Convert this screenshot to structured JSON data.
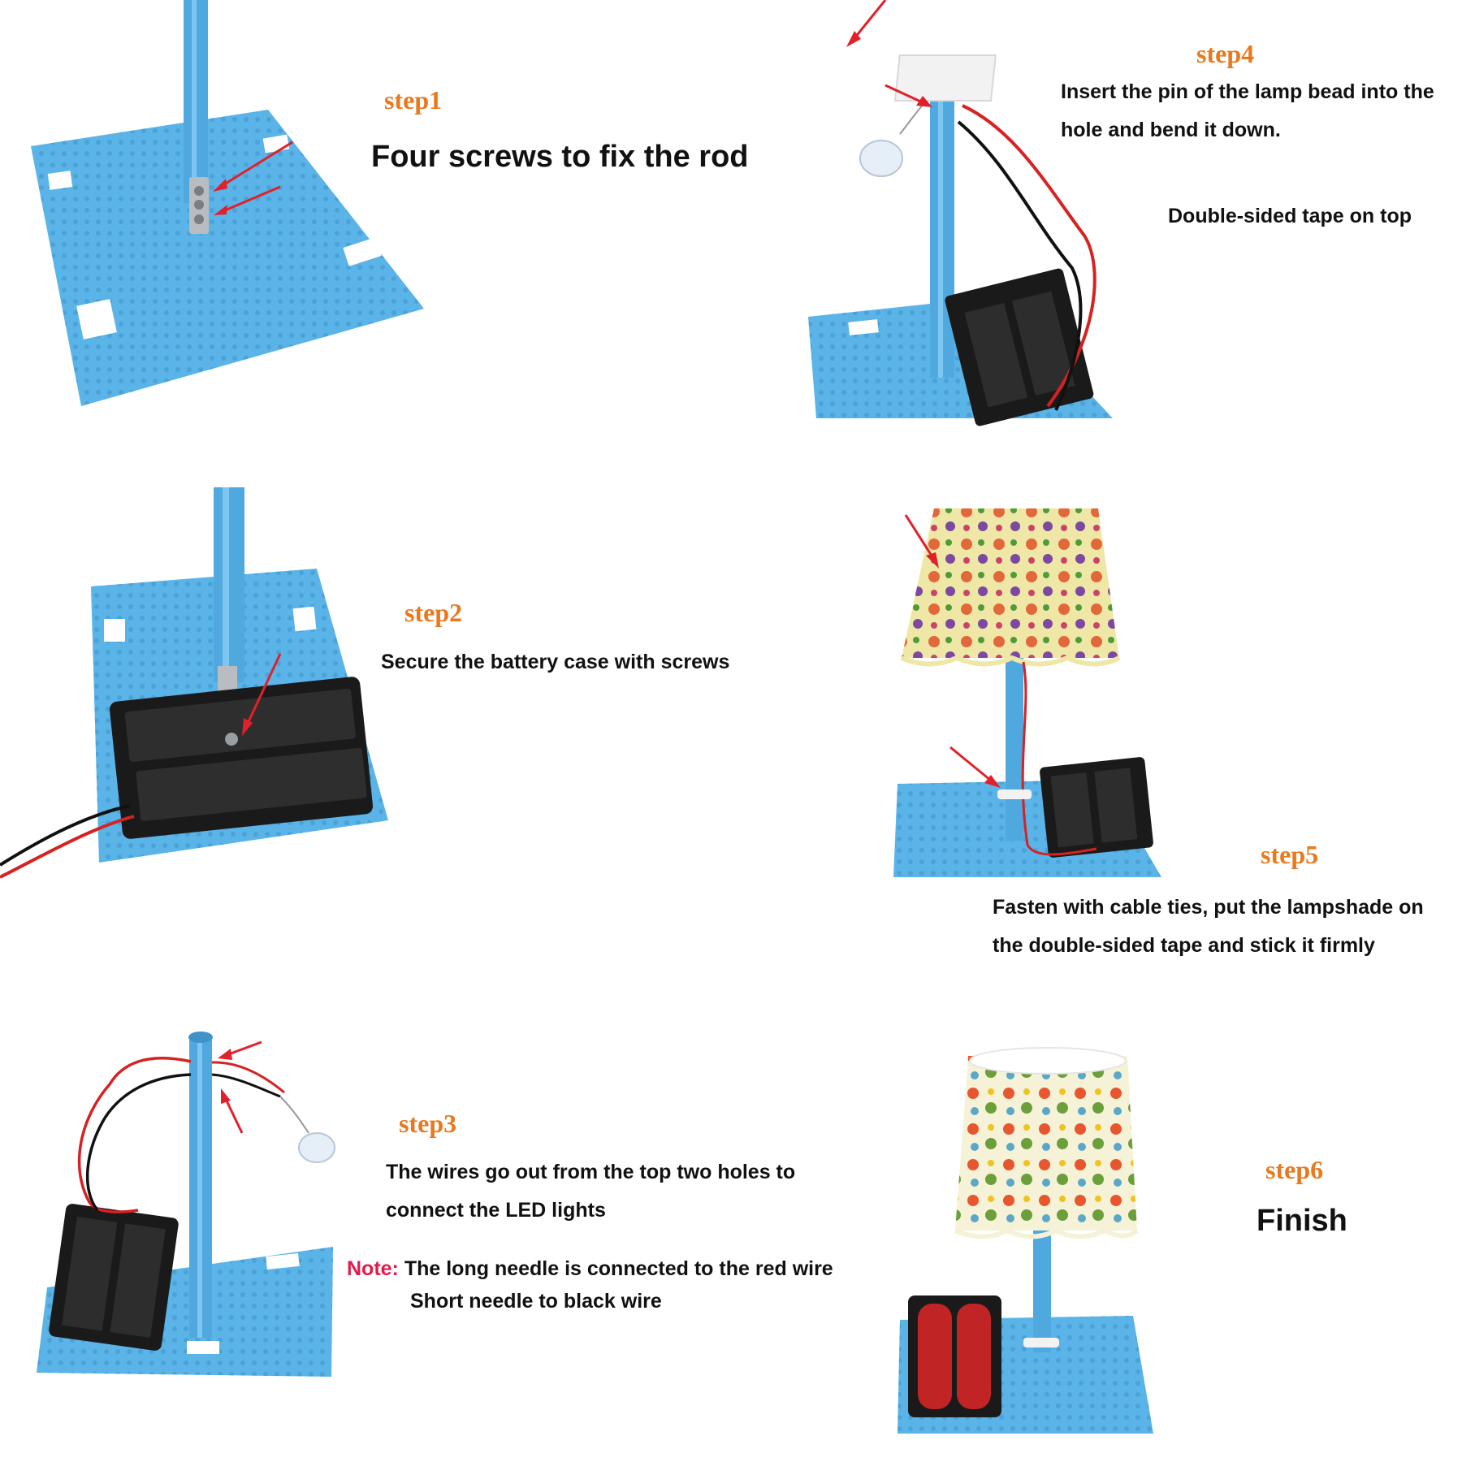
{
  "colors": {
    "step_label": "#e8791e",
    "note_label": "#e5194b",
    "board": "#5ab4e8",
    "arrow": "#e2202a",
    "wire_red": "#d62222",
    "wire_black": "#111111",
    "battery_case": "#1a1a1a"
  },
  "steps": [
    {
      "label": "step1",
      "lines": [
        "Four screws to fix the rod"
      ]
    },
    {
      "label": "step2",
      "lines": [
        "Secure the battery case with screws"
      ]
    },
    {
      "label": "step3",
      "lines": [
        "The wires go out from the top two holes to",
        "connect the LED lights"
      ],
      "note": {
        "label": "Note:",
        "line1": "The long needle is connected to the red wire",
        "line2": "Short needle to black wire"
      }
    },
    {
      "label": "step4",
      "lines": [
        "Insert the pin of the lamp bead into the",
        "hole and bend it down.",
        "Double-sided tape on top"
      ]
    },
    {
      "label": "step5",
      "lines": [
        "Fasten with cable ties, put the lampshade on",
        "the double-sided tape and stick it firmly"
      ]
    },
    {
      "label": "step6",
      "lines": [
        "Finish"
      ]
    }
  ],
  "icons": {
    "photo1": "board-with-rod-photo",
    "photo2": "battery-case-on-board-photo",
    "photo3": "wires-to-led-photo",
    "photo4": "led-on-rod-photo",
    "photo5": "lampshade-attached-photo",
    "photo6": "finished-lamp-photo"
  }
}
